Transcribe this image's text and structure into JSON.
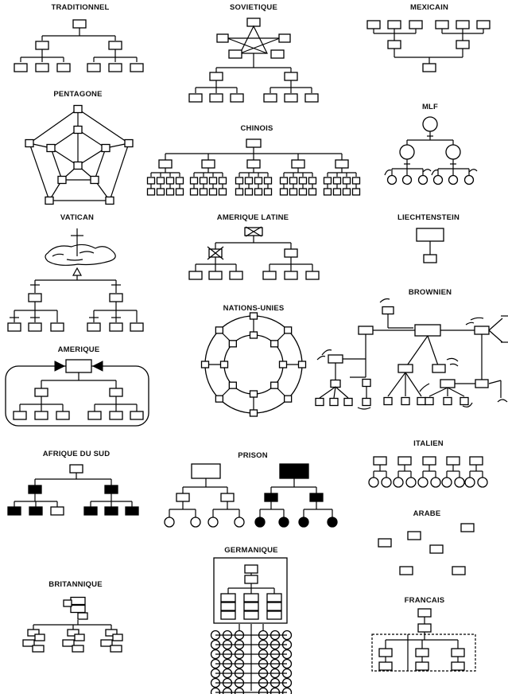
{
  "titles": {
    "traditionnel": "TRADITIONNEL",
    "sovietique": "SOVIETIQUE",
    "mexicain": "MEXICAIN",
    "pentagone": "PENTAGONE",
    "chinois": "CHINOIS",
    "mlf": "MLF",
    "vatican": "VATICAN",
    "amerique_latine": "AMERIQUE LATINE",
    "liechtenstein": "LIECHTENSTEIN",
    "nations_unies": "NATIONS-UNIES",
    "brownien": "BROWNIEN",
    "amerique": "AMERIQUE",
    "afrique_du_sud": "AFRIQUE DU SUD",
    "prison": "PRISON",
    "italien": "ITALIEN",
    "arabe": "ARABE",
    "germanique": "GERMANIQUE",
    "britannique": "BRITANNIQUE",
    "francais": "FRANCAIS"
  }
}
